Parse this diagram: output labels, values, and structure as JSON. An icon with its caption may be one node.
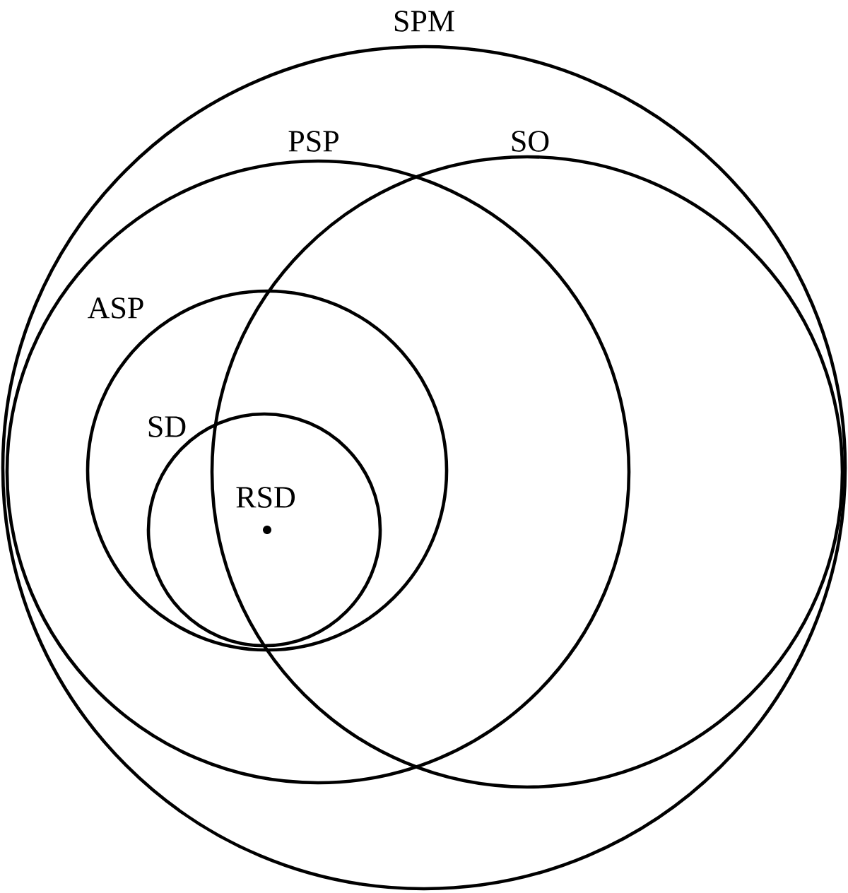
{
  "diagram": {
    "nodes": [
      {
        "text": [
          "SPM"
        ]
      },
      {
        "text": [
          "PSP"
        ],
        "in": 0
      },
      {
        "text": [
          "SO"
        ],
        "in": 0
      },
      {
        "text": [
          "ASP"
        ],
        "in": 1
      },
      {
        "text": [
          "SD"
        ],
        "in": 3
      },
      {
        "text": [
          "RSD"
        ]
      }
    ]
  }
}
